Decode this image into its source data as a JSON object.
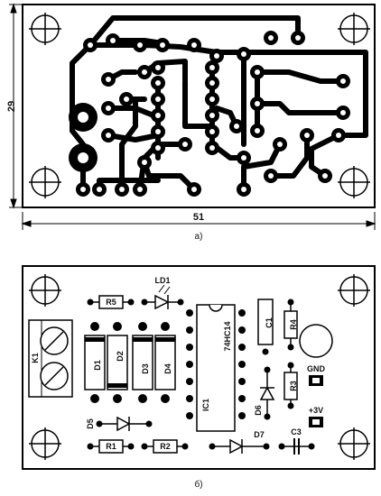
{
  "pcb_view": {
    "caption": "а)",
    "width_label": "51",
    "height_label": "29"
  },
  "assembly_view": {
    "caption": "б)",
    "components": {
      "r5": "R5",
      "ld1": "LD1",
      "k1": "K1",
      "d1": "D1",
      "d2": "D2",
      "d3": "D3",
      "d4": "D4",
      "ic_part": "74HC14",
      "ic_ref": "IC1",
      "c1": "C1",
      "r4": "R4",
      "gnd": "GND",
      "r3": "R3",
      "d6": "D6",
      "plus3v": "+3V",
      "d5": "D5",
      "r1": "R1",
      "r2": "R2",
      "d7": "D7",
      "c3": "C3"
    }
  }
}
